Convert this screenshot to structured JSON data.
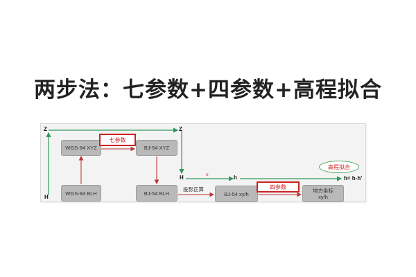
{
  "title": "两步法：七参数+四参数+高程拟合",
  "diagram": {
    "nodes": {
      "wgs84_xyz": "WGS-84 XYZ",
      "wgs84_blh": "WGS-84 BLH",
      "bj54_xyz": "BJ-54  XYZ",
      "bj54_blh": "BJ-54 BLH",
      "bj54_xyh": "BJ-54 xy/h",
      "local_line1": "地方坐标",
      "local_line2": "xy/h"
    },
    "methods": {
      "seven_param": "七参数",
      "four_param": "四参数",
      "height_fit": "高程拟合",
      "projection": "投影正算"
    },
    "axis_labels": {
      "z_left": "Z",
      "z_right": "Z",
      "h_bottom_left": "H",
      "h_mid": "H",
      "h_small": "h",
      "h_formula": "h= h-h'",
      "mark": "o"
    },
    "colors": {
      "green": "#2e9a5a",
      "red": "#bb3333",
      "box_fill": "#b9b9b9",
      "highlight": "#cc2222"
    }
  }
}
